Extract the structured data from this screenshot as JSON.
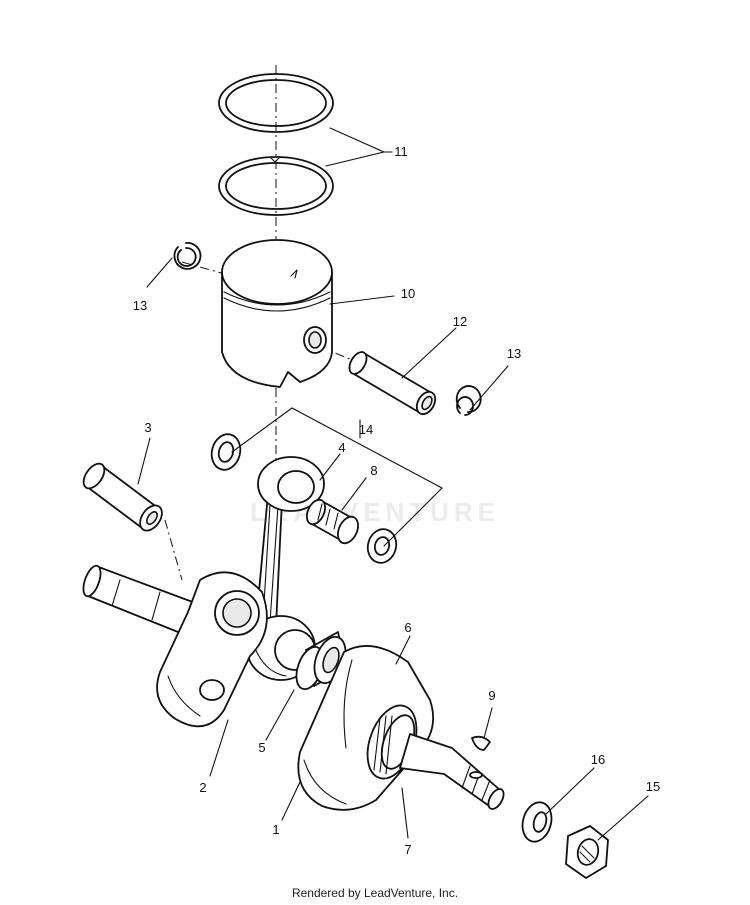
{
  "watermark": "LEADVENTURE",
  "footer": "Rendered by LeadVenture, Inc.",
  "callouts": {
    "c1": "1",
    "c2": "2",
    "c3": "3",
    "c4": "4",
    "c5": "5",
    "c6": "6",
    "c7": "7",
    "c8": "8",
    "c9": "9",
    "c10": "10",
    "c11": "11",
    "c12": "12",
    "c13a": "13",
    "c13b": "13",
    "c14": "14",
    "c15": "15",
    "c16": "16"
  }
}
